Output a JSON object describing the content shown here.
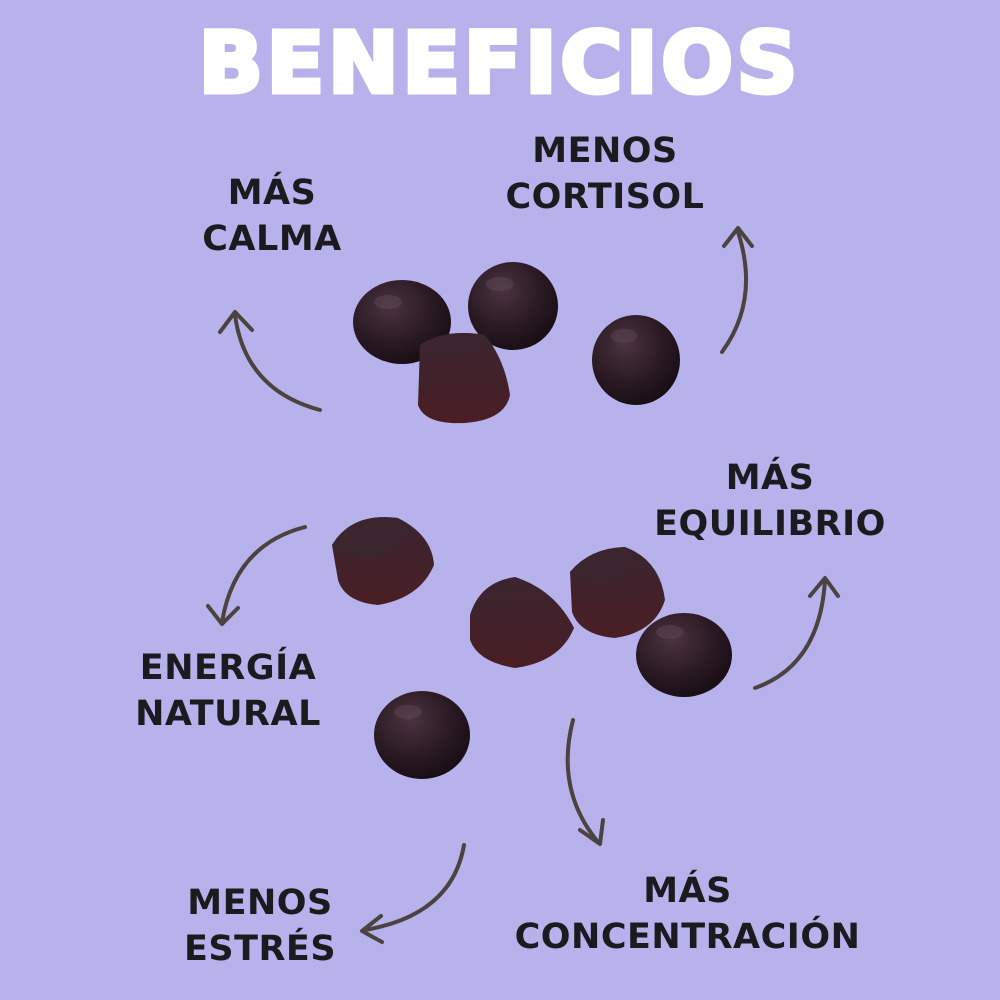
{
  "title": "BENEFICIOS",
  "benefits": {
    "mas_calma": {
      "line1": "MÁS",
      "line2": "CALMA"
    },
    "menos_cortisol": {
      "line1": "MENOS",
      "line2": "CORTISOL"
    },
    "mas_equilibrio": {
      "line1": "MÁS",
      "line2": "EQUILIBRIO"
    },
    "energia_natural": {
      "line1": "ENERGÍA",
      "line2": "NATURAL"
    },
    "mas_concentracion": {
      "line1": "MÁS",
      "line2": "CONCENTRACIÓN"
    },
    "menos_estres": {
      "line1": "MENOS",
      "line2": "ESTRÉS"
    }
  },
  "colors": {
    "background": "#b8b2ec",
    "title": "#ffffff",
    "text": "#1b1b1f",
    "arrow": "#4a4340",
    "gummy": "#2a1a22"
  }
}
